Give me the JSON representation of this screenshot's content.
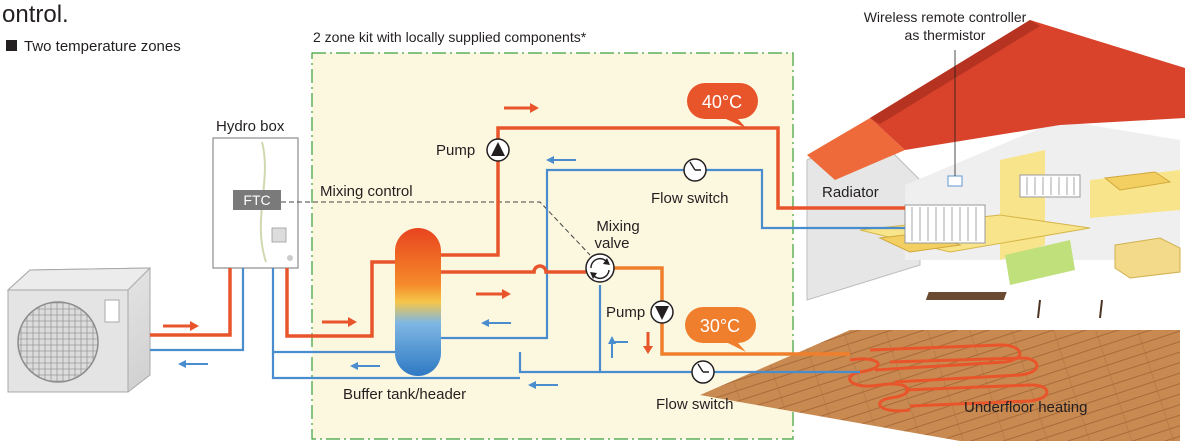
{
  "header": {
    "title_fragment": "ontrol.",
    "subtitle": "Two temperature zones"
  },
  "kit_label": "2 zone kit with locally supplied components*",
  "labels": {
    "wireless_line1": "Wireless remote controller",
    "wireless_line2": "as thermistor",
    "hydro_box": "Hydro box",
    "ftc": "FTC",
    "mixing_control": "Mixing control",
    "pump_top": "Pump",
    "pump_bottom": "Pump",
    "flow_switch_top": "Flow switch",
    "flow_switch_bottom": "Flow switch",
    "mixing_valve_line1": "Mixing",
    "mixing_valve_line2": "valve",
    "radiator": "Radiator",
    "buffer_tank": "Buffer tank/header",
    "underfloor": "Underfloor heating"
  },
  "temps": {
    "high": "40°C",
    "low": "30°C"
  },
  "colors": {
    "hot_pipe": "#e8552b",
    "warm_pipe": "#f07f2d",
    "cold_pipe": "#4a8dce",
    "kit_border": "#3aa13a",
    "kit_fill": "#fcf8e0",
    "roof": "#d9432c",
    "floor_wood": "#c98a52"
  }
}
